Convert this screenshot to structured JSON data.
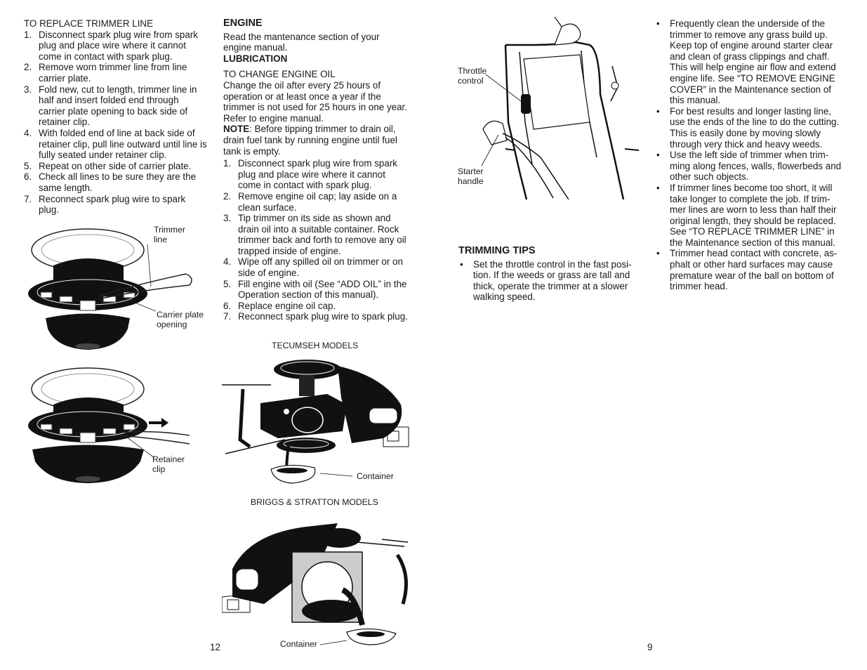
{
  "col1": {
    "heading": "TO REPLACE TRIMMER LINE",
    "steps": [
      "Disconnect spark plug wire from spark plug and place wire where it cannot come in contact with spark plug.",
      "Remove worn trimmer line from line carrier plate.",
      "Fold new, cut to length, trimmer line in half and insert folded end through carrier plate opening to back side of retainer clip.",
      "With folded end of line at back side of retainer clip, pull line outward until line is fully seated under retainer clip.",
      "Repeat on other side of carrier plate.",
      "Check all lines to be sure they are the same length.",
      "Reconnect spark plug wire to spark plug."
    ],
    "fig1_labels": {
      "trimmer_line": "Trimmer line",
      "carrier_plate": "Carrier plate opening"
    },
    "fig2_labels": {
      "retainer_clip": "Retainer clip"
    }
  },
  "col2": {
    "heading": "ENGINE",
    "intro": "Read the mantenance section of your engine manual.",
    "sub_heading": "LUBRICATION",
    "oil_heading": "TO CHANGE ENGINE OIL",
    "oil_para": "Change the oil after every 25 hours of operation or at least once a year if the trimmer is not used for 25 hours in one year.  Refer to engine manual.",
    "note_label": "NOTE",
    "note_text": ":  Before tipping trimmer to drain oil, drain fuel tank by running engine until fuel tank is empty.",
    "steps": [
      "Disconnect spark plug wire from spark plug and place wire where it cannot come in contact with spark plug.",
      "Remove engine oil cap; lay aside on a clean surface.",
      "Tip trimmer on its side as shown and drain oil into a suitable container. Rock trimmer back and forth to remove any oil trapped inside of engine.",
      "Wipe off any spilled oil on trimmer or on side of engine.",
      "Fill engine with oil (See “ADD OIL” in the Operation section of this manual).",
      "Replace engine oil cap.",
      "Reconnect spark plug wire to spark plug."
    ],
    "tecumseh_caption": "TECUMSEH MODELS",
    "tecumseh_container": "Container",
    "briggs_caption": "BRIGGS & STRATTON MODELS",
    "briggs_container": "Container"
  },
  "col3": {
    "throttle_label": "Throttle control",
    "starter_label": "Starter handle",
    "tips_heading": "TRIMMING TIPS",
    "tips": [
      "Set the throttle control in the fast posi- tion. If the weeds or grass are tall and thick, operate the trimmer at a slower walking speed."
    ]
  },
  "col4": {
    "tips": [
      "Frequently clean the underside of the trimmer to remove any grass build up. Keep top of engine around starter clear and clean of grass clippings and chaff. This will help engine air flow and extend engine life. See “TO REMOVE ENGINE COVER” in the Maintenance section of this manual.",
      "For best results and longer lasting line, use the ends of the line to do the cutting. This is easily done by moving slowly through very thick and heavy weeds.",
      "Use the left side of trimmer when trim- ming along fences, walls, flowerbeds and other such objects.",
      "If trimmer lines become too short, it will take longer to complete the job. If trim- mer lines are worn to less than half their original length, they should be replaced. See “TO REPLACE TRIMMER LINE” in the Maintenance section of this manual.",
      "Trimmer head contact with concrete, as- phalt or other hard surfaces may cause premature wear of the ball on bottom of trimmer head."
    ]
  },
  "page_left": "12",
  "page_right": "9"
}
